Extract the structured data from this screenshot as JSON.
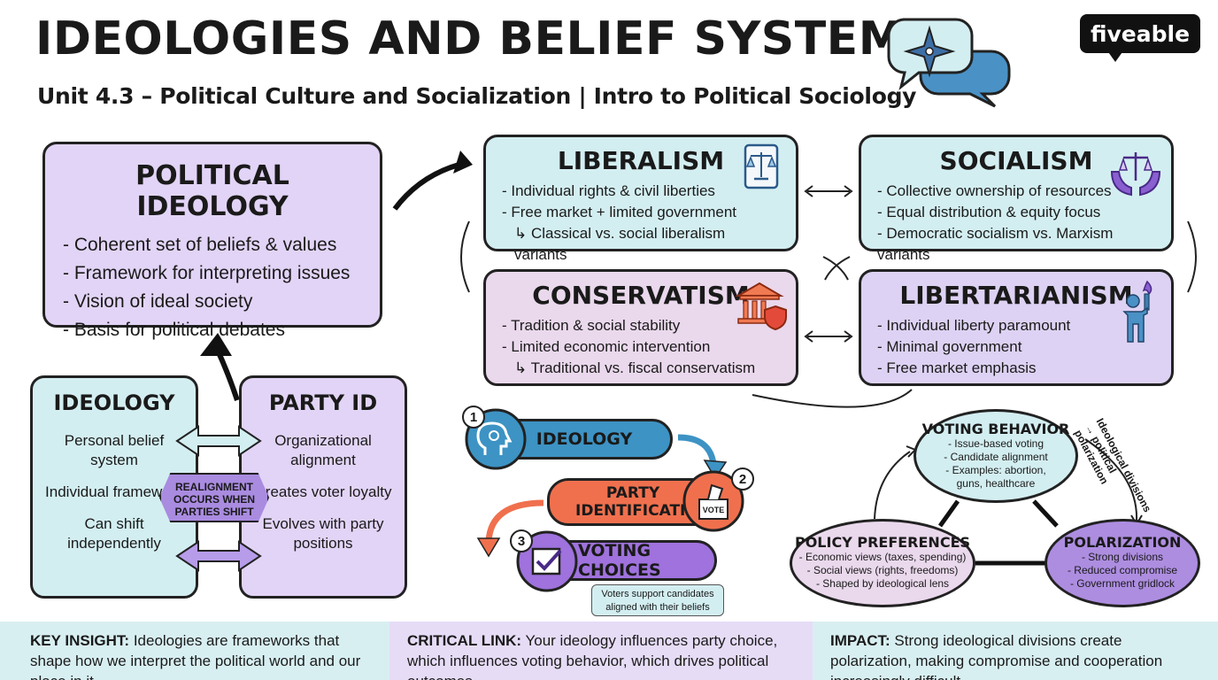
{
  "header": {
    "title": "IDEOLOGIES AND BELIEF SYSTEMS",
    "subtitle": "Unit 4.3 – Political Culture and Socialization | Intro to Political Sociology",
    "brand": "fiveable"
  },
  "political_ideology": {
    "title": "POLITICAL IDEOLOGY",
    "points": [
      "- Coherent set of beliefs & values",
      "- Framework for interpreting issues",
      "- Vision of ideal society",
      "- Basis for political debates"
    ]
  },
  "ideologies": {
    "liberalism": {
      "title": "LIBERALISM",
      "points": [
        "- Individual rights & civil liberties",
        "- Free market + limited government",
        "↳ Classical vs. social liberalism variants"
      ]
    },
    "socialism": {
      "title": "SOCIALISM",
      "points": [
        "- Collective ownership of resources",
        "- Equal distribution & equity focus",
        "- Democratic socialism vs. Marxism variants"
      ]
    },
    "conservatism": {
      "title": "CONSERVATISM",
      "points": [
        "- Tradition & social stability",
        "- Limited economic intervention",
        "↳ Traditional vs. fiscal conservatism"
      ]
    },
    "libertarianism": {
      "title": "LIBERTARIANISM",
      "points": [
        "- Individual liberty paramount",
        "- Minimal government",
        "- Free market emphasis"
      ]
    }
  },
  "comparison": {
    "ideology": {
      "title": "IDEOLOGY",
      "points": [
        "Personal belief system",
        "Individual framework",
        "Can shift independently"
      ]
    },
    "party_id": {
      "title": "PARTY ID",
      "points": [
        "Organizational alignment",
        "Creates voter loyalty",
        "Evolves with party positions"
      ]
    },
    "realignment": "REALIGNMENT OCCURS WHEN PARTIES SHIFT"
  },
  "steps": [
    {
      "number": "1",
      "label": "IDEOLOGY"
    },
    {
      "number": "2",
      "label": "PARTY IDENTIFICATION",
      "badge": "VOTE"
    },
    {
      "number": "3",
      "label": "VOTING CHOICES"
    }
  ],
  "voters_note": "Voters support candidates aligned with their beliefs",
  "cycle": {
    "voting_behavior": {
      "title": "VOTING BEHAVIOR",
      "points": [
        "- Issue-based voting",
        "- Candidate alignment",
        "- Examples: abortion, guns, healthcare"
      ]
    },
    "policy_preferences": {
      "title": "POLICY PREFERENCES",
      "points": [
        "- Economic views (taxes, spending)",
        "- Social views (rights, freedoms)",
        "- Shaped by ideological lens"
      ]
    },
    "polarization": {
      "title": "POLARIZATION",
      "points": [
        "- Strong divisions",
        "- Reduced compromise",
        "- Government gridlock"
      ]
    },
    "feedback_note": "Ideological divisions → political polarization"
  },
  "footer": {
    "key_insight": {
      "label": "KEY INSIGHT:",
      "text": " Ideologies are frameworks that shape how we interpret the political world and our place in it"
    },
    "critical_link": {
      "label": "CRITICAL LINK:",
      "text": " Your ideology influences party choice, which influences voting behavior, which drives political outcomes"
    },
    "impact": {
      "label": "IMPACT:",
      "text": " Strong ideological divisions create polarization, making compromise and cooperation increasingly difficult"
    }
  },
  "colors": {
    "teal": "#d3eef1",
    "lavender": "#e2d4f6",
    "pink": "#ead8ec",
    "blue": "#3d93c4",
    "orange": "#f0704e",
    "purple": "#9f72dd"
  },
  "icons": [
    "chat-compass-icon",
    "scroll-scales-icon",
    "hands-scales-icon",
    "bank-shield-icon",
    "person-torch-icon",
    "brain-head-icon",
    "ballot-box-icon",
    "checkbox-icon"
  ]
}
